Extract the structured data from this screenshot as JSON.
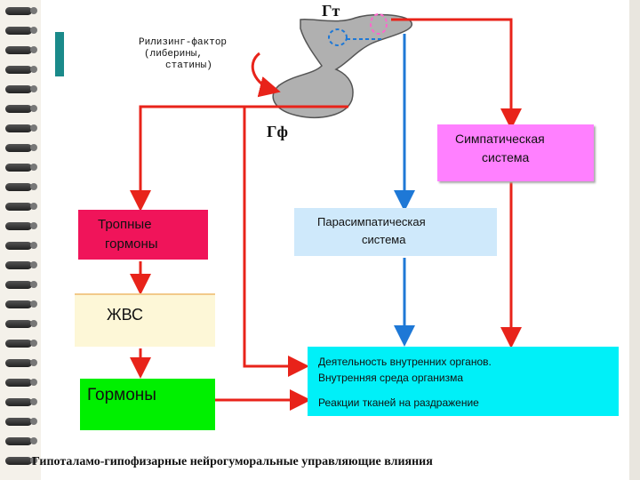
{
  "labels": {
    "gt": "Гт",
    "gf": "Гф",
    "releasing_line1": "Рилизинг-фактор",
    "releasing_line2": "(либерины,",
    "releasing_line3": "статины)"
  },
  "boxes": {
    "sympathetic": {
      "line1": "Симпатическая",
      "line2": "система",
      "color": "#ff80ff"
    },
    "parasympathetic": {
      "line1": "Парасимпатическая",
      "line2": "система",
      "color": "#cfe9fb"
    },
    "tropic": {
      "line1": "Тропные",
      "line2": "гормоны",
      "color": "#f0145a"
    },
    "zhvs": {
      "text": "ЖВС",
      "color": "#fdf7d7"
    },
    "hormones": {
      "text": "Гормоны",
      "color": "#00f000"
    },
    "organs": {
      "line1": "Деятельность внутренних органов.",
      "line2": "Внутренняя среда организма",
      "line3": "Реакции тканей на раздражение",
      "color": "#00f0f8"
    }
  },
  "caption": "Гипоталамо-гипофизарные нейрогуморальные управляющие влияния",
  "colors": {
    "red_arrow": "#e8231a",
    "blue_arrow": "#1e78d6",
    "gland": "#aaaaaa"
  }
}
